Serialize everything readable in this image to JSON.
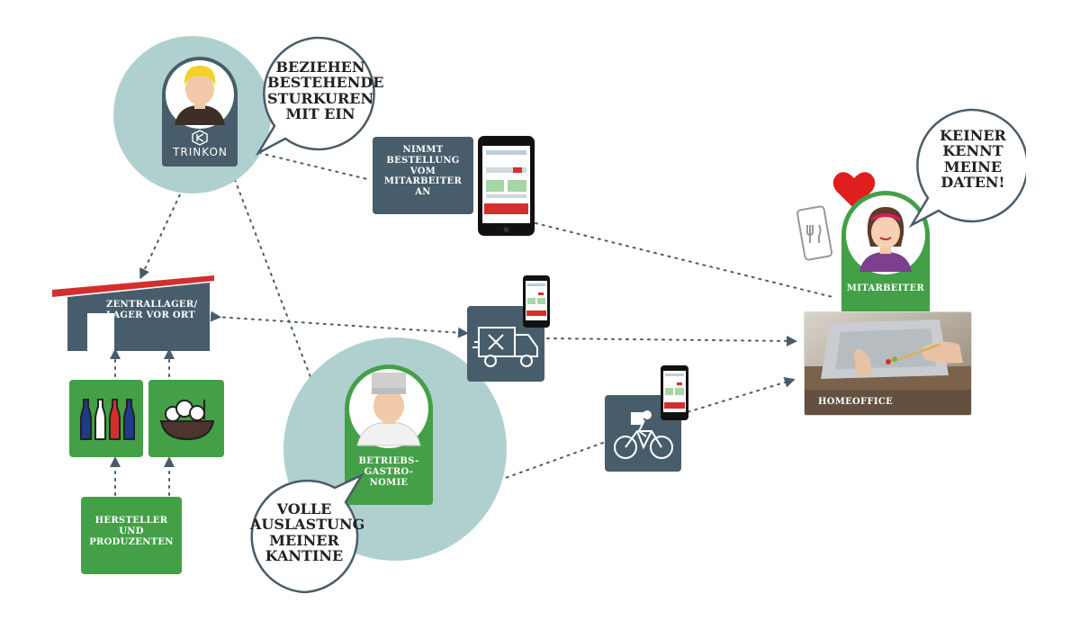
{
  "nodes": {
    "trinkon": {
      "brand": "TRINKON"
    },
    "trinkon_bubble": {
      "lines": [
        "BEZIEHEN",
        "BESTEHENDE",
        "STURKUREN",
        "MIT EIN"
      ]
    },
    "order_box": {
      "lines": [
        "NIMMT",
        "BESTELLUNG",
        "VOM",
        "MITARBEITER",
        "AN"
      ]
    },
    "warehouse": {
      "lines": [
        "ZENTRALLAGER/",
        "LAGER VOR ORT"
      ]
    },
    "producers": {
      "lines": [
        "HERSTELLER",
        "UND",
        "PRODUZENTEN"
      ]
    },
    "gastro": {
      "lines": [
        "BETRIEBS-",
        "GASTRO-",
        "NOMIE"
      ]
    },
    "gastro_bubble": {
      "lines": [
        "VOLLE",
        "AUSLASTUNG",
        "MEINER",
        "KANTINE"
      ]
    },
    "employee": {
      "label": "MITARBEITER"
    },
    "employee_bubble": {
      "lines": [
        "KEINER",
        "KENNT",
        "MEINE",
        "DATEN!"
      ]
    },
    "homeoffice": {
      "label": "HOMEOFFICE"
    }
  },
  "colors": {
    "green": "#43a047",
    "slate": "#475d6b",
    "teal_circle": "#b0d0d0",
    "red": "#d32f2f",
    "heart": "#e01e1e",
    "line": "#4a5c68"
  },
  "icons": [
    "person-blond-icon",
    "chef-icon",
    "woman-icon",
    "heart-icon",
    "smartphone-icon",
    "truck-icon",
    "bicycle-icon",
    "bottles-icon",
    "salad-bowl-icon",
    "phone-fork-icon",
    "warehouse-icon",
    "trinkon-logo-icon"
  ]
}
